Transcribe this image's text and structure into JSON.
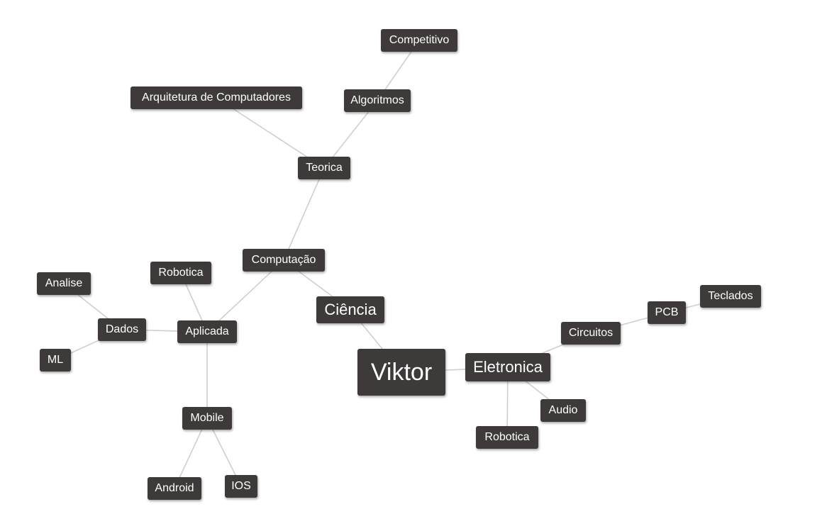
{
  "mindmap": {
    "nodes": [
      {
        "id": "viktor",
        "label": "Viktor",
        "level": "root"
      },
      {
        "id": "ciencia",
        "label": "Ciência",
        "level": "1"
      },
      {
        "id": "eletronica",
        "label": "Eletronica",
        "level": "1"
      },
      {
        "id": "computacao",
        "label": "Computação",
        "level": "2"
      },
      {
        "id": "teorica",
        "label": "Teorica",
        "level": "2"
      },
      {
        "id": "arquitetura",
        "label": "Arquitetura de Computadores",
        "level": "2"
      },
      {
        "id": "algoritmos",
        "label": "Algoritmos",
        "level": "2"
      },
      {
        "id": "competitivo",
        "label": "Competitivo",
        "level": "2"
      },
      {
        "id": "aplicada",
        "label": "Aplicada",
        "level": "2"
      },
      {
        "id": "robotica_comp",
        "label": "Robotica",
        "level": "2"
      },
      {
        "id": "dados",
        "label": "Dados",
        "level": "2"
      },
      {
        "id": "analise",
        "label": "Analise",
        "level": "2"
      },
      {
        "id": "ml",
        "label": "ML",
        "level": "2"
      },
      {
        "id": "mobile",
        "label": "Mobile",
        "level": "2"
      },
      {
        "id": "android",
        "label": "Android",
        "level": "2"
      },
      {
        "id": "ios",
        "label": "IOS",
        "level": "2"
      },
      {
        "id": "circuitos",
        "label": "Circuitos",
        "level": "2"
      },
      {
        "id": "pcb",
        "label": "PCB",
        "level": "2"
      },
      {
        "id": "teclados",
        "label": "Teclados",
        "level": "2"
      },
      {
        "id": "audio",
        "label": "Audio",
        "level": "2"
      },
      {
        "id": "robotica_ele",
        "label": "Robotica",
        "level": "2"
      }
    ],
    "edges": [
      [
        "viktor",
        "ciencia"
      ],
      [
        "viktor",
        "eletronica"
      ],
      [
        "ciencia",
        "computacao"
      ],
      [
        "computacao",
        "teorica"
      ],
      [
        "teorica",
        "arquitetura"
      ],
      [
        "teorica",
        "algoritmos"
      ],
      [
        "algoritmos",
        "competitivo"
      ],
      [
        "computacao",
        "aplicada"
      ],
      [
        "aplicada",
        "robotica_comp"
      ],
      [
        "aplicada",
        "dados"
      ],
      [
        "dados",
        "analise"
      ],
      [
        "dados",
        "ml"
      ],
      [
        "aplicada",
        "mobile"
      ],
      [
        "mobile",
        "android"
      ],
      [
        "mobile",
        "ios"
      ],
      [
        "eletronica",
        "circuitos"
      ],
      [
        "circuitos",
        "pcb"
      ],
      [
        "pcb",
        "teclados"
      ],
      [
        "eletronica",
        "audio"
      ],
      [
        "eletronica",
        "robotica_ele"
      ]
    ]
  }
}
